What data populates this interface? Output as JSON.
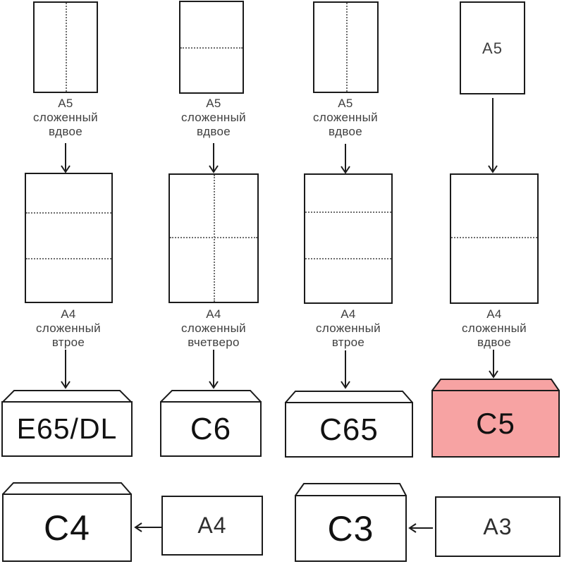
{
  "colors": {
    "highlight": "#F7A3A3",
    "outline": "#1b1b1b",
    "fold_line": "#6e6e6e",
    "label_text": "#3f3f3f"
  },
  "columns": [
    {
      "top_label_lines": [
        "A5",
        "сложенный",
        "вдвое"
      ],
      "mid_label_lines": [
        "A4",
        "сложенный",
        "втрое"
      ],
      "envelope_label": "E65/DL"
    },
    {
      "top_label_lines": [
        "A5",
        "сложенный",
        "вдвое"
      ],
      "mid_label_lines": [
        "A4",
        "сложенный",
        "вчетверо"
      ],
      "envelope_label": "C6"
    },
    {
      "top_label_lines": [
        "A5",
        "сложенный",
        "вдвое"
      ],
      "mid_label_lines": [
        "A4",
        "сложенный",
        "втрое"
      ],
      "envelope_label": "C65"
    },
    {
      "paper_label": "A5",
      "mid_label_lines": [
        "A4",
        "сложенный",
        "вдвое"
      ],
      "envelope_label": "C5",
      "highlighted": true
    }
  ],
  "bottom_row": [
    {
      "envelope_label": "C4",
      "paper_label": "A4"
    },
    {
      "envelope_label": "C3",
      "paper_label": "A3"
    }
  ]
}
